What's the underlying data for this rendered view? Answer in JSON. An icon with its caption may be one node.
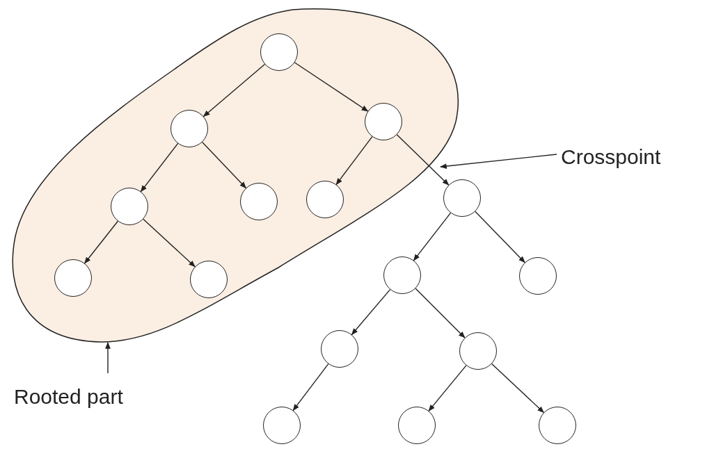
{
  "diagram": {
    "nodes": [
      {
        "text": [],
        "shape": "blob"
      },
      {
        "text": [],
        "shape": "circle",
        "in": 0
      },
      {
        "text": [],
        "shape": "circle",
        "in": 0
      },
      {
        "text": [],
        "shape": "circle",
        "in": 0
      },
      {
        "text": [],
        "shape": "circle",
        "in": 0
      },
      {
        "text": [],
        "shape": "circle",
        "in": 0
      },
      {
        "text": [],
        "shape": "circle",
        "in": 0
      },
      {
        "text": [],
        "shape": "circle",
        "in": 0
      },
      {
        "text": [],
        "shape": "circle",
        "in": 0
      },
      {
        "text": [],
        "shape": "circle"
      },
      {
        "text": [],
        "shape": "circle"
      },
      {
        "text": [],
        "shape": "circle"
      },
      {
        "text": [],
        "shape": "circle"
      },
      {
        "text": [],
        "shape": "circle"
      },
      {
        "text": [],
        "shape": "circle"
      },
      {
        "text": [],
        "shape": "circle"
      },
      {
        "text": [],
        "shape": "circle"
      },
      {
        "text": [
          "Crosspoint"
        ]
      },
      {
        "text": [
          "Rooted part"
        ]
      }
    ],
    "edges": [
      {
        "from": 1,
        "to": 2,
        "arrow": "to"
      },
      {
        "from": 1,
        "to": 3,
        "arrow": "to"
      },
      {
        "from": 2,
        "to": 4,
        "arrow": "to"
      },
      {
        "from": 2,
        "to": 5,
        "arrow": "to"
      },
      {
        "from": 3,
        "to": 6,
        "arrow": "to"
      },
      {
        "from": 3,
        "to": 9,
        "arrow": "to"
      },
      {
        "from": 4,
        "to": 7,
        "arrow": "to"
      },
      {
        "from": 4,
        "to": 8,
        "arrow": "to"
      },
      {
        "from": 9,
        "to": 10,
        "arrow": "to"
      },
      {
        "from": 9,
        "to": 11,
        "arrow": "to"
      },
      {
        "from": 10,
        "to": 12,
        "arrow": "to"
      },
      {
        "from": 10,
        "to": 13,
        "arrow": "to"
      },
      {
        "from": 12,
        "to": 14,
        "arrow": "to"
      },
      {
        "from": 13,
        "to": 15,
        "arrow": "to"
      },
      {
        "from": 13,
        "to": 16,
        "arrow": "to"
      },
      {
        "from": 17,
        "to": 0,
        "arrow": "to"
      },
      {
        "from": 18,
        "to": 0,
        "arrow": "to"
      }
    ]
  }
}
